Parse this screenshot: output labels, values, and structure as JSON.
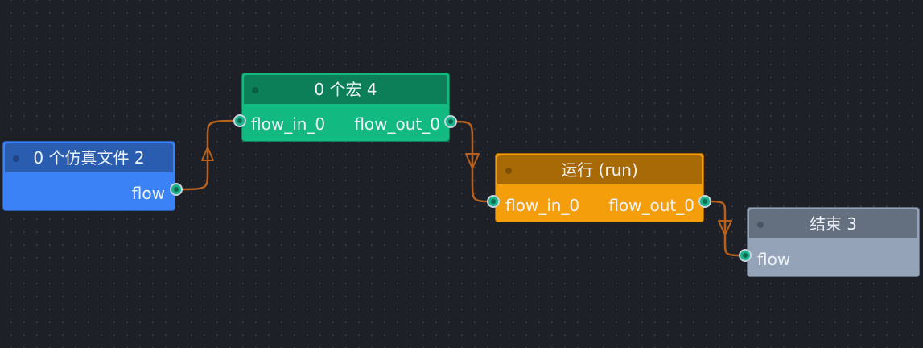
{
  "canvas": {
    "background": "#1e2027",
    "grid": true
  },
  "link_color": "#b8601c",
  "nodes": [
    {
      "id": "sim-file",
      "title": "0 个仿真文件 2",
      "body_color": "#3b82f6",
      "header_color": "#2a5db0",
      "inputs": [],
      "outputs": [
        "flow"
      ]
    },
    {
      "id": "macro",
      "title": "0 个宏 4",
      "body_color": "#12b981",
      "header_color": "#0c7f59",
      "inputs": [
        "flow_in_0"
      ],
      "outputs": [
        "flow_out_0"
      ]
    },
    {
      "id": "run",
      "title": "运行 (run)",
      "body_color": "#f59e0b",
      "header_color": "#a86a06",
      "inputs": [
        "flow_in_0"
      ],
      "outputs": [
        "flow_out_0"
      ]
    },
    {
      "id": "end",
      "title": "结束 3",
      "body_color": "#94a3b8",
      "header_color": "#646f80",
      "inputs": [
        "flow"
      ],
      "outputs": []
    }
  ],
  "links": [
    {
      "from": "sim-file.flow",
      "to": "macro.flow_in_0"
    },
    {
      "from": "macro.flow_out_0",
      "to": "run.flow_in_0"
    },
    {
      "from": "run.flow_out_0",
      "to": "end.flow"
    }
  ]
}
